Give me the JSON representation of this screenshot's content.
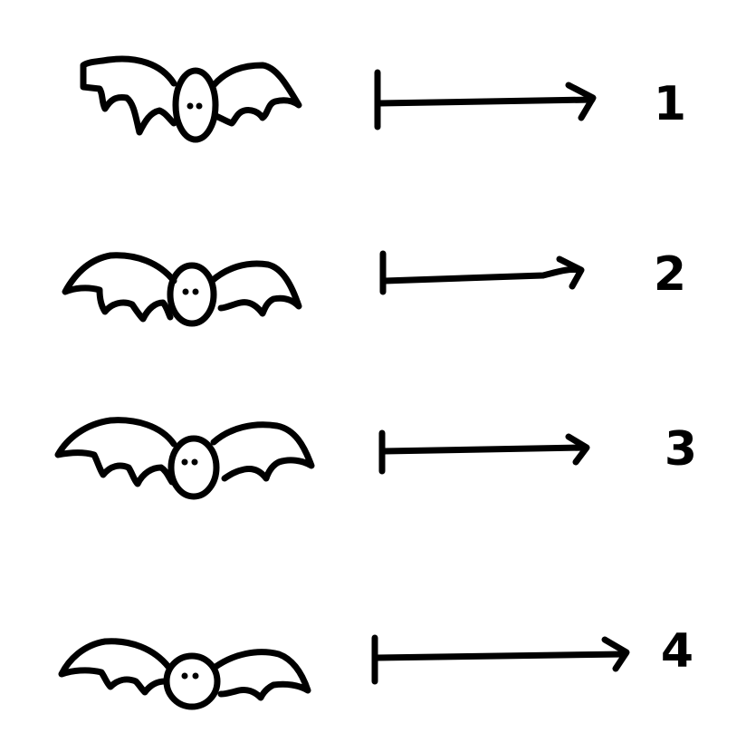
{
  "rows": [
    {
      "label": "1"
    },
    {
      "label": "2"
    },
    {
      "label": "3"
    },
    {
      "label": "4"
    }
  ],
  "colors": {
    "ink": "#000000",
    "background": "#ffffff"
  }
}
